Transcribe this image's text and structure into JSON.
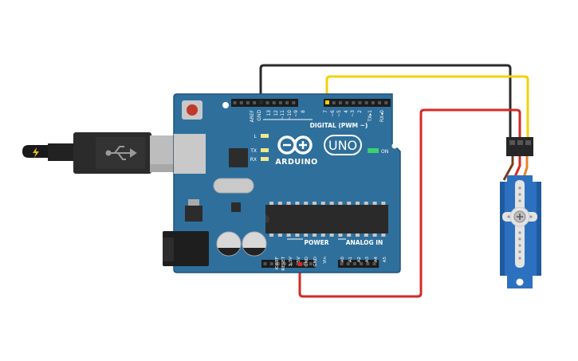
{
  "board": {
    "brand": "ARDUINO",
    "model": "UNO",
    "digital_label": "DIGITAL (PWM ~)",
    "digital_pins": [
      "AREF",
      "GND",
      "13",
      "12",
      "~11",
      "~10",
      "~9",
      "8",
      "7",
      "~6",
      "~5",
      "4",
      "~3",
      "2",
      "TX▸1",
      "RX◂0"
    ],
    "power_header_label": "POWER",
    "power_pins": [
      "IOREF",
      "RESET",
      "3.3V",
      "5V",
      "GND",
      "GND",
      "Vin"
    ],
    "analog_header_label": "ANALOG IN",
    "analog_pins": [
      "A0",
      "A1",
      "A2",
      "A3",
      "A4",
      "A5"
    ],
    "led_labels": {
      "l": "L",
      "tx": "TX",
      "rx": "RX",
      "on": "ON"
    }
  },
  "colors": {
    "board": "#2f6f9c",
    "board_edge": "#1f5478",
    "wire_signal": "#f2d10a",
    "wire_ground": "#2a2a2a",
    "wire_power": "#d42a24",
    "servo_body": "#2c71c0",
    "servo_horn": "#e3e3e3"
  },
  "components": {
    "usb_cable": "usb-connector",
    "servo": "micro-servo"
  }
}
